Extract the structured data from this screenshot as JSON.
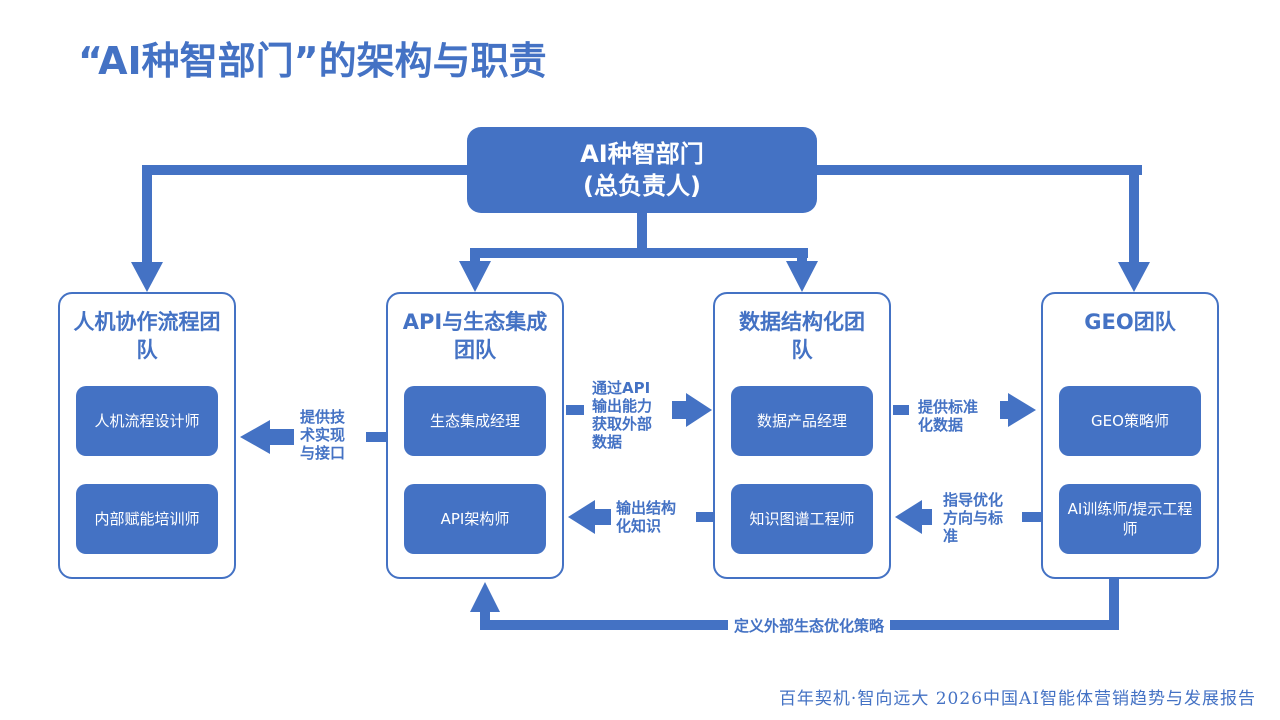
{
  "page_title": "“AI种智部门”的架构与职责",
  "colors": {
    "accent": "#4472c4",
    "background": "#ffffff",
    "role_text": "#ffffff"
  },
  "top_node": {
    "line1": "AI种智部门",
    "line2": "(总负责人)"
  },
  "teams": [
    {
      "title": "人机协作流程团队",
      "roles": [
        "人机流程设计师",
        "内部赋能培训师"
      ]
    },
    {
      "title": "API与生态集成团队",
      "roles": [
        "生态集成经理",
        "API架构师"
      ]
    },
    {
      "title": "数据结构化团队",
      "roles": [
        "数据产品经理",
        "知识图谱工程师"
      ]
    },
    {
      "title": "GEO团队",
      "roles": [
        "GEO策略师",
        "AI训练师/提示工程师"
      ]
    }
  ],
  "flows": [
    {
      "from": "API与生态集成团队",
      "to": "人机协作流程团队",
      "label": "提供技术实现与接口"
    },
    {
      "from": "API与生态集成团队",
      "to": "数据结构化团队",
      "label": "通过API输出能力获取外部数据"
    },
    {
      "from": "数据结构化团队",
      "to": "API与生态集成团队",
      "label": "输出结构化知识"
    },
    {
      "from": "数据结构化团队",
      "to": "GEO团队",
      "label": "提供标准化数据"
    },
    {
      "from": "GEO团队",
      "to": "数据结构化团队",
      "label": "指导优化方向与标准"
    },
    {
      "from": "GEO团队",
      "to": "API与生态集成团队",
      "label": "定义外部生态优化策略"
    }
  ],
  "footer": "百年契机·智向远大  2026中国AI智能体营销趋势与发展报告"
}
